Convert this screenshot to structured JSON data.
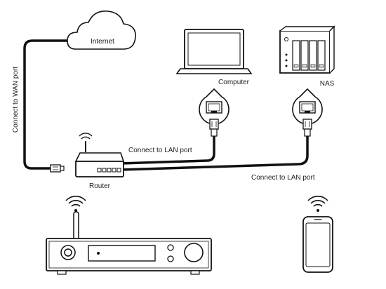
{
  "labels": {
    "internet": "Internet",
    "computer": "Computer",
    "nas": "NAS",
    "router": "Router",
    "wan_cable": "Connect to WAN port",
    "lan_cable_computer": "Connect to LAN port",
    "lan_cable_nas": "Connect to LAN port"
  },
  "colors": {
    "stroke": "#1a1a1a",
    "fill": "#ffffff",
    "cable": "#111111",
    "nas_accent": "#d8d8d8"
  },
  "icons": [
    "cloud-icon",
    "laptop-icon",
    "nas-icon",
    "router-icon",
    "ethernet-port-icon",
    "ethernet-plug-icon",
    "wifi-icon",
    "streamer-icon",
    "smartphone-icon"
  ]
}
